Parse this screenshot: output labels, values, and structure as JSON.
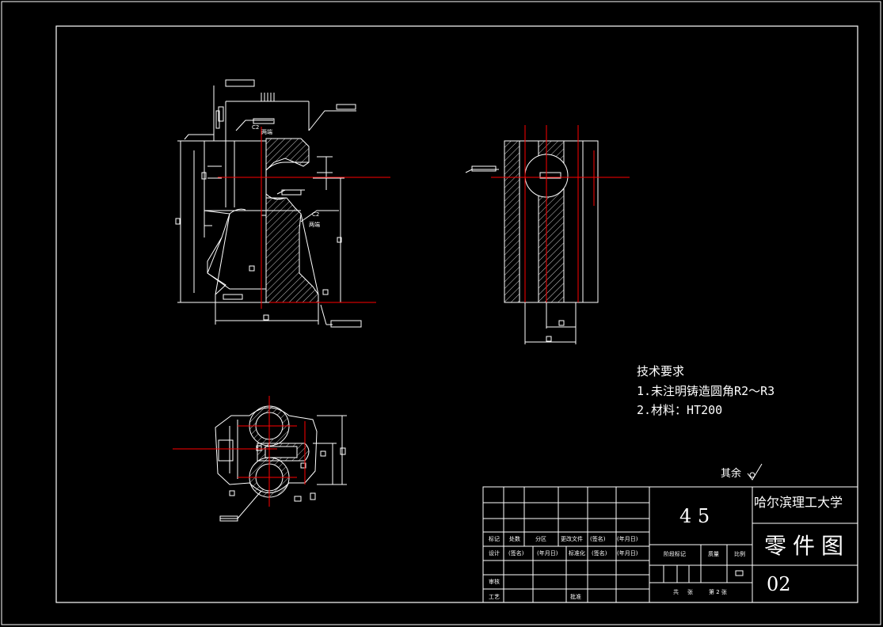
{
  "tech_requirements": {
    "title": "技术要求",
    "line1": "1.未注明铸造圆角R2～R3",
    "line2": "2.材料：HT200"
  },
  "roughness_note": "其余",
  "title_block": {
    "material": "4 5",
    "university": "哈尔滨理工大学",
    "drawing_name": "零件图",
    "drawing_no": "02",
    "labels": {
      "biaoji": "标记",
      "chushu": "处数",
      "fenqu": "分区",
      "gengai": "更改文件",
      "qianming": "(签名)",
      "nianyueri": "(年月日)",
      "sheji": "设计",
      "biaozhunhua": "标准化",
      "shenhe": "审核",
      "gongyi": "工艺",
      "pizhun": "批准",
      "jieduan": "阶段标记",
      "zhiliang": "质量",
      "bili": "比例",
      "gong": "共",
      "zhang": "张",
      "di": "第 2 张"
    }
  },
  "view_labels": {
    "c2_left": "C2",
    "cast_left": "两端",
    "c2_right": "C2",
    "cast_right": "两端"
  },
  "colors": {
    "line": "#ffffff",
    "center": "#ff0000",
    "bg": "#000000"
  }
}
